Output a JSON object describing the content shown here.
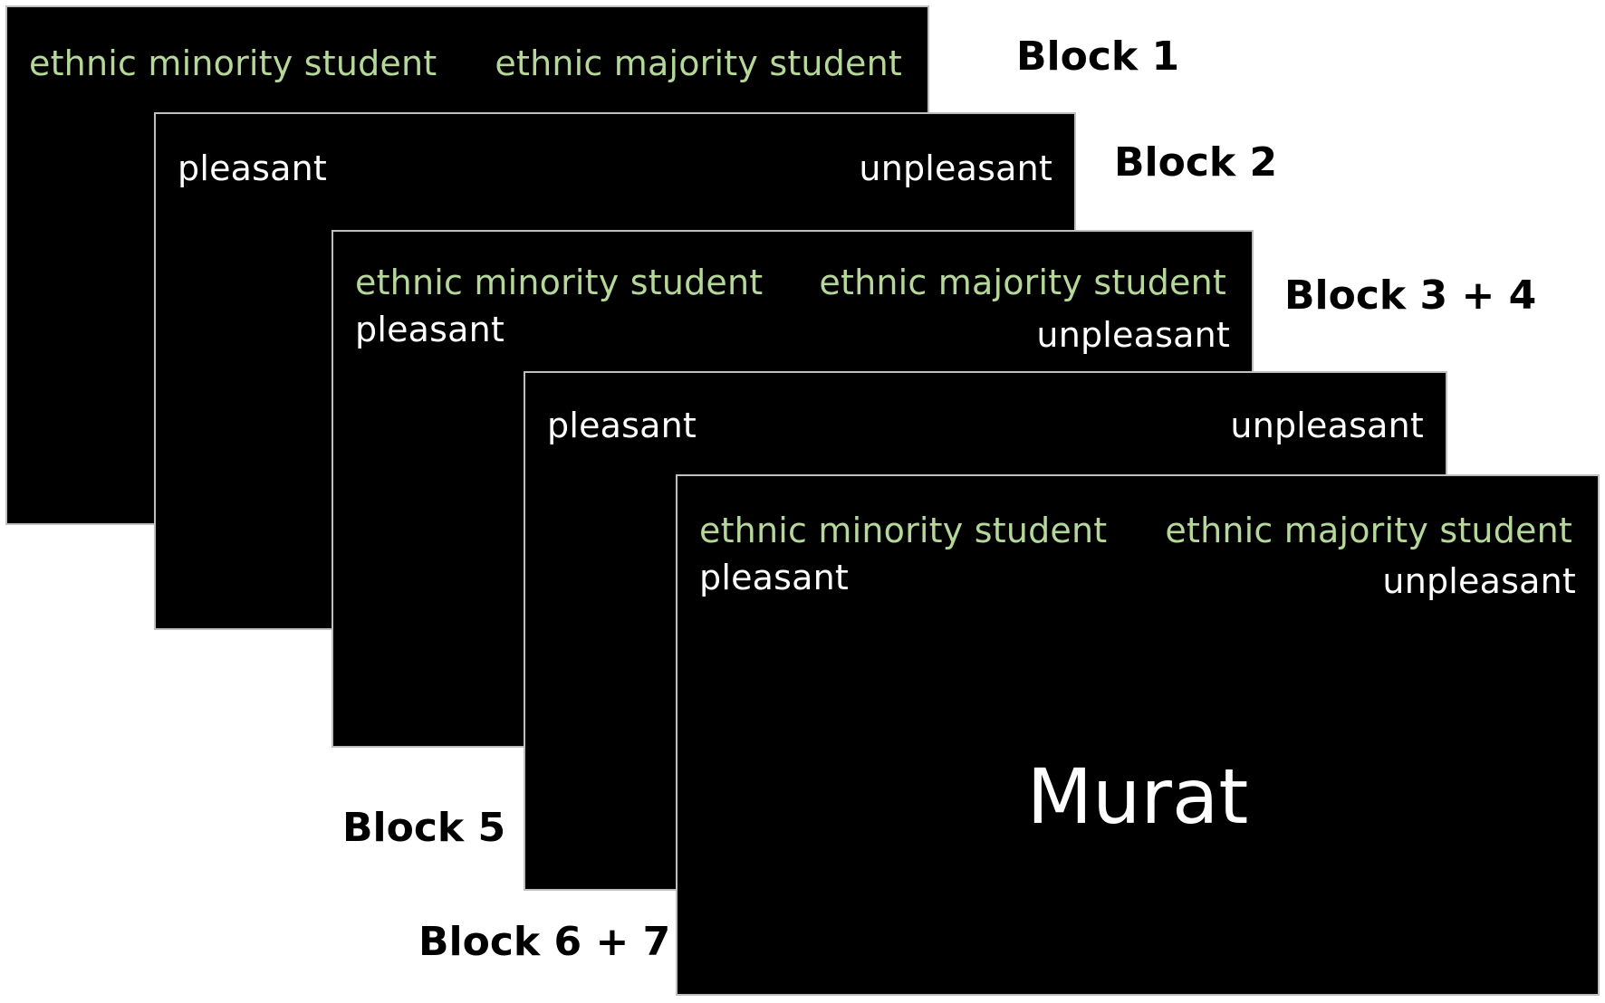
{
  "colors": {
    "screen_background": "#000000",
    "target_category_text": "#b5d89a",
    "attribute_category_text": "#ffffff",
    "page_background": "#ffffff"
  },
  "blocks": [
    {
      "label": "Block 1",
      "left_top": "ethnic minority student",
      "right_top": "ethnic majority student"
    },
    {
      "label": "Block 2",
      "left_top": "pleasant",
      "right_top": "unpleasant"
    },
    {
      "label": "Block 3 + 4",
      "left_top": "ethnic minority student",
      "right_top": "ethnic majority student",
      "left_bottom": "pleasant",
      "right_bottom": "unpleasant"
    },
    {
      "label": "Block 5",
      "left_top": "pleasant",
      "right_top": "unpleasant"
    },
    {
      "label": "Block 6 + 7",
      "left_top": "ethnic minority student",
      "right_top": "ethnic majority student",
      "left_bottom": "pleasant",
      "right_bottom": "unpleasant",
      "stimulus": "Murat"
    }
  ]
}
